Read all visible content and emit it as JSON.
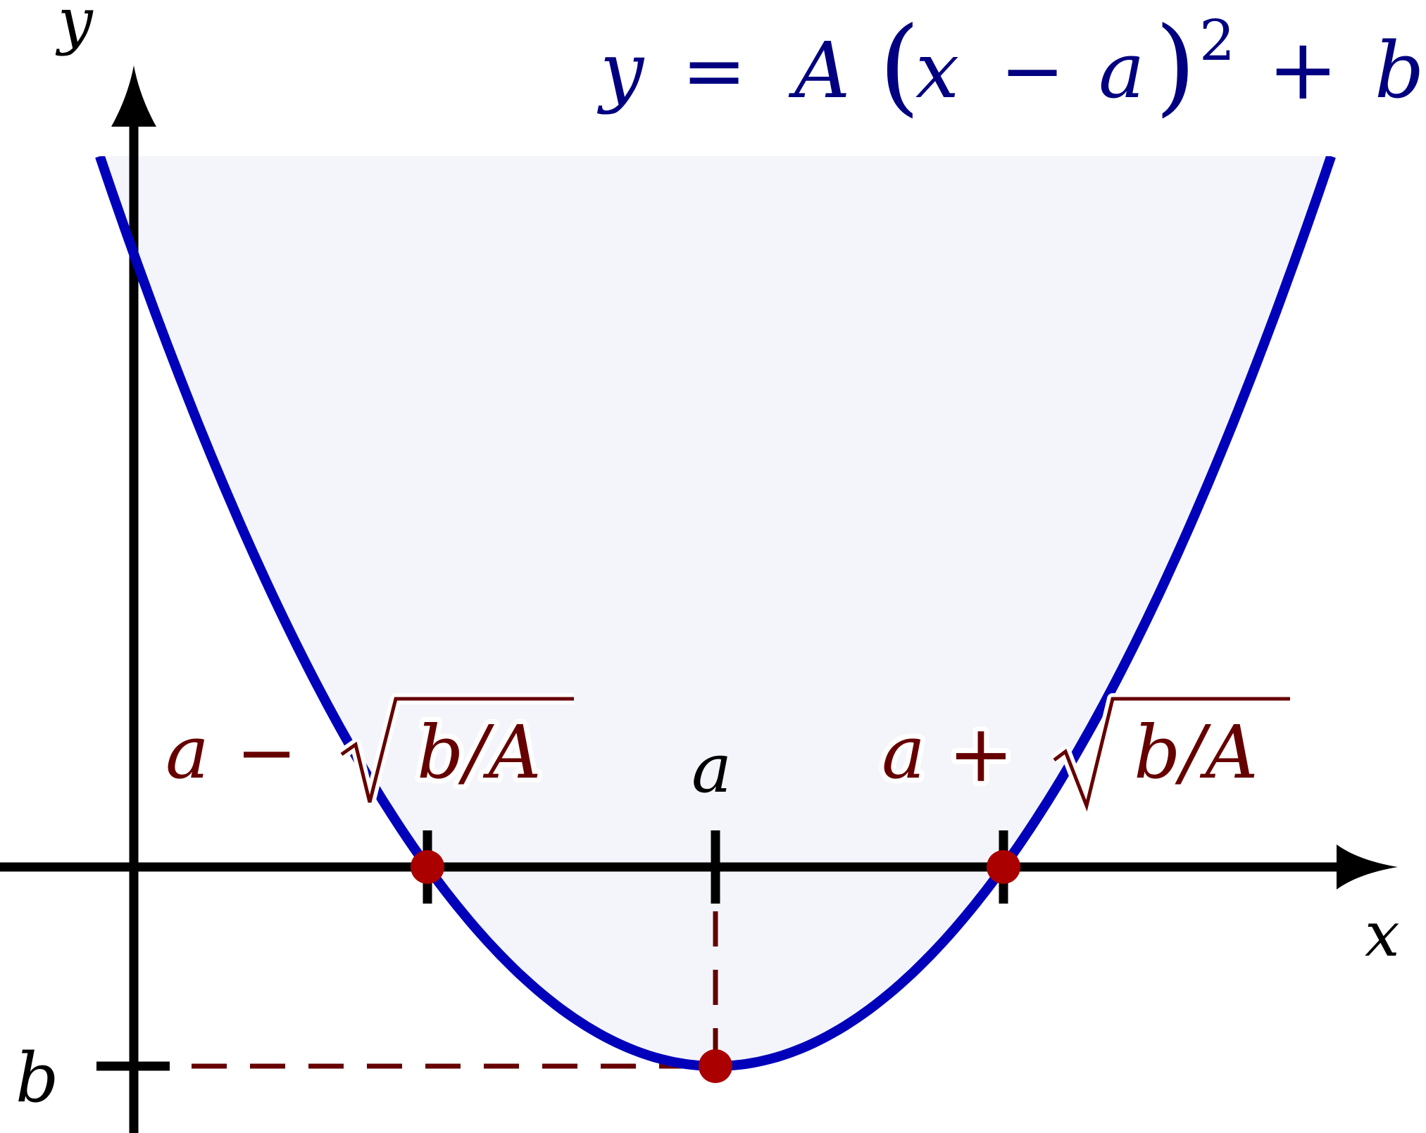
{
  "chart_data": {
    "type": "line",
    "title": "y = A(x − a)² + b",
    "equation": {
      "lhs": "y",
      "eq": "=",
      "coef": "A",
      "open": "(",
      "var": "x",
      "minus": "−",
      "shift": "a",
      "close": ")",
      "exp": "2",
      "plus": "+",
      "offset": "b"
    },
    "xlabel": "x",
    "ylabel": "y",
    "x_ticks": [
      {
        "label_parts": {
          "a": "a",
          "op": "−",
          "rad": "b/A"
        },
        "label": "a − √(b/A)",
        "px": 607
      },
      {
        "label_parts": {
          "a": "a"
        },
        "label": "a",
        "px": 1016
      },
      {
        "label_parts": {
          "a": "a",
          "op": "+",
          "rad": "b/A"
        },
        "label": "a + √(b/A)",
        "px": 1425
      }
    ],
    "y_ticks": [
      {
        "label": "b",
        "px": 1515
      }
    ],
    "points": [
      {
        "name": "left-root",
        "x": "a − √(b/A)",
        "y": 0
      },
      {
        "name": "vertex",
        "x": "a",
        "y": "b"
      },
      {
        "name": "right-root",
        "x": "a + √(b/A)",
        "y": 0
      }
    ],
    "grid": false,
    "note": "Parabola with vertex (a, b), b < 0, A > 0; shaded region above curve"
  },
  "colors": {
    "curve": "#0000bb",
    "equation": "#000080",
    "fill": "#f4f5fa",
    "points": "#aa0000",
    "labels": "#660000",
    "dashes": "#660000",
    "axes": "#000000"
  }
}
